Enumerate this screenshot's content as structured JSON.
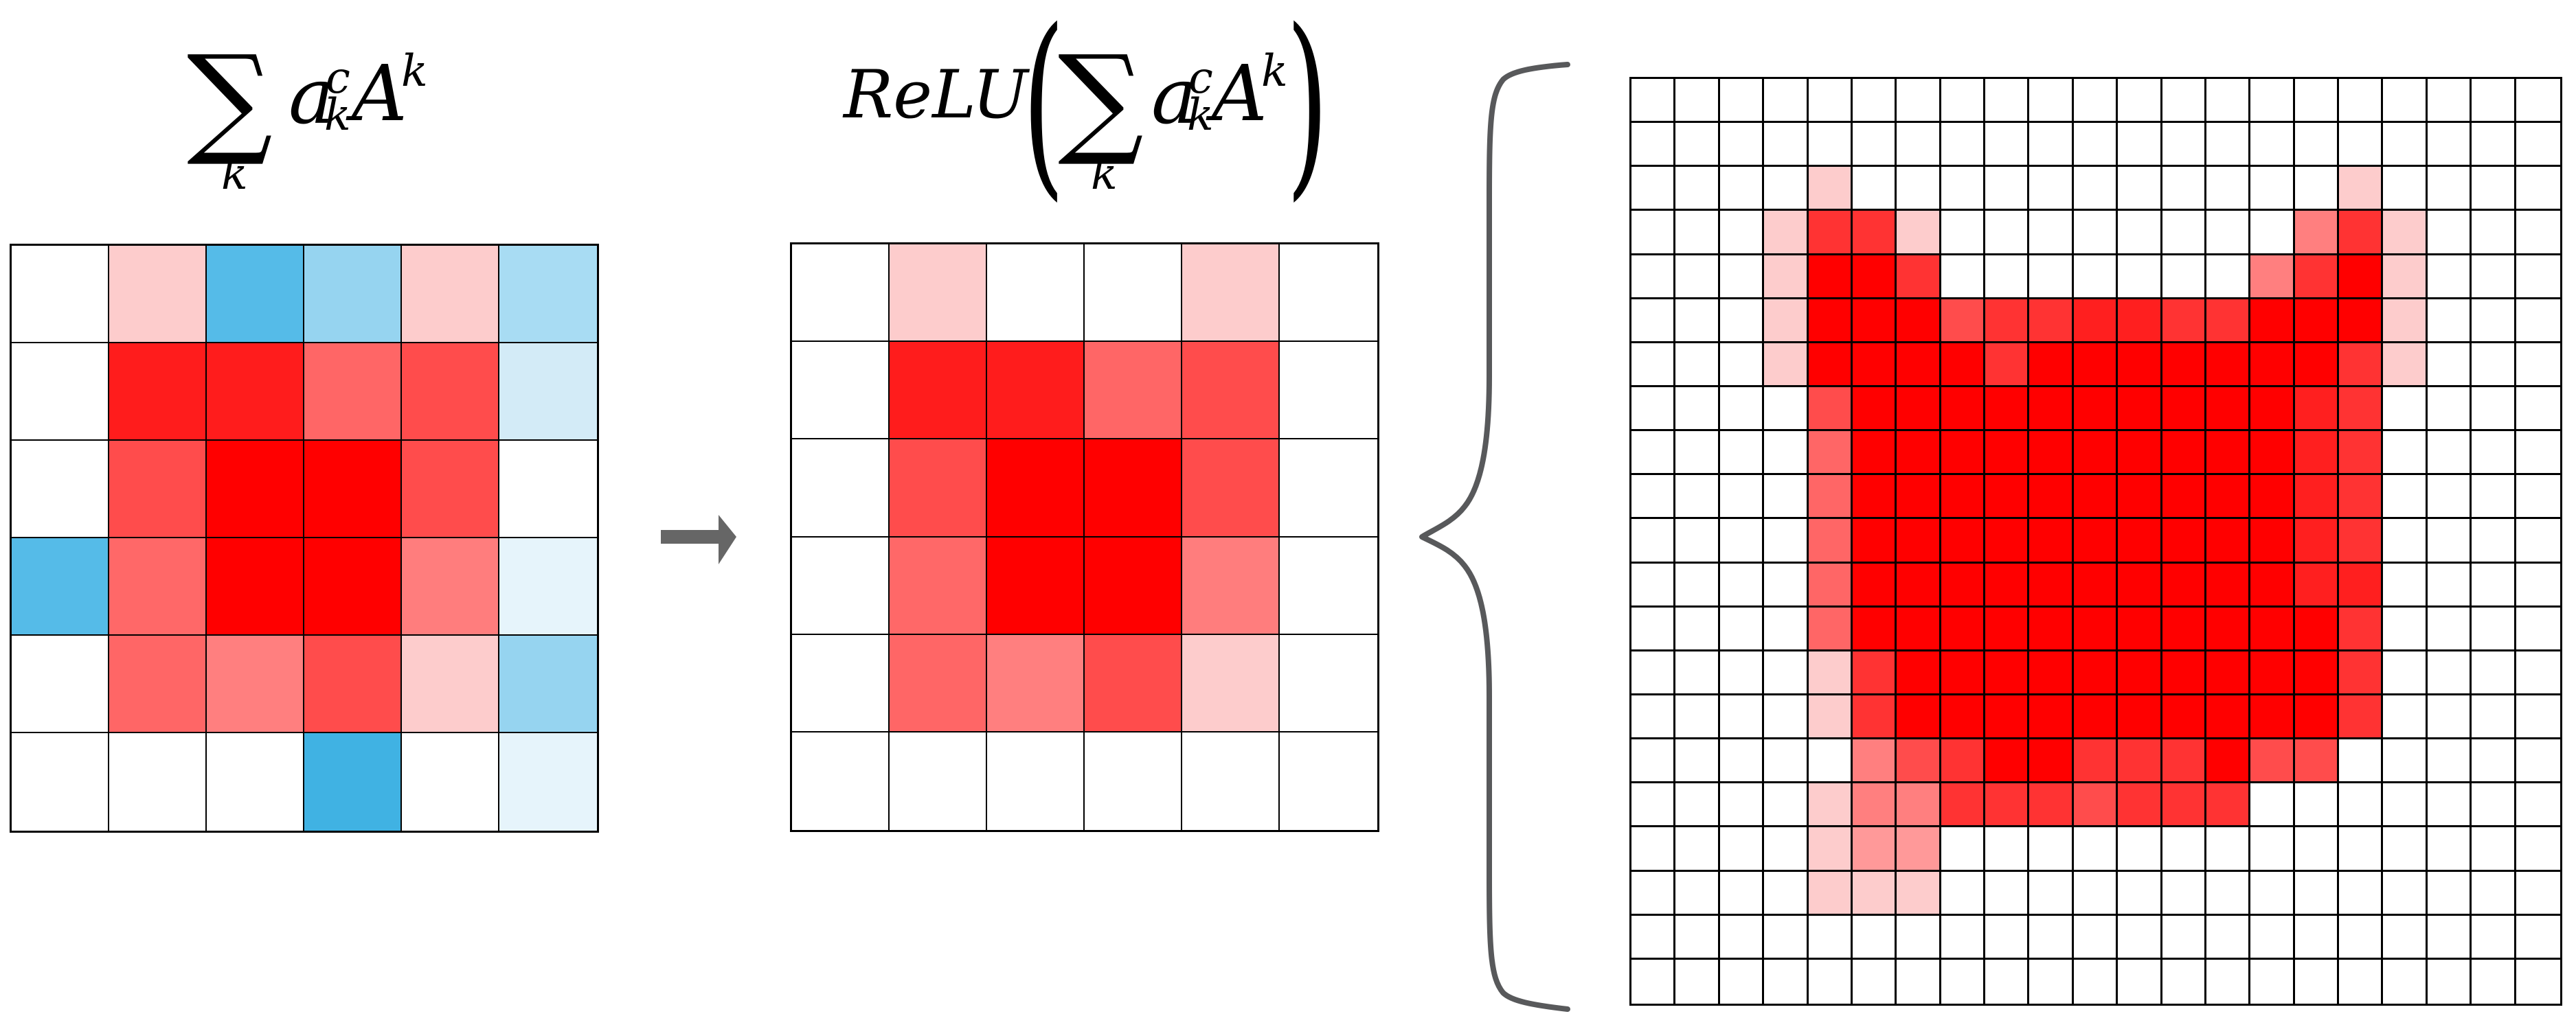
{
  "formulas": {
    "left": {
      "sum_symbol": "∑",
      "sum_index": "k",
      "term_a": "a",
      "term_a_sup": "c",
      "term_a_sub": "k",
      "term_A": "A",
      "term_A_sup": "k"
    },
    "middle": {
      "func": "ReLU",
      "open_paren": "(",
      "close_paren": ")",
      "sum_symbol": "∑",
      "sum_index": "k",
      "term_a": "a",
      "term_a_sup": "c",
      "term_a_sub": "k",
      "term_A": "A",
      "term_A_sup": "k"
    }
  },
  "arrow": {
    "icon": "right-arrow-icon",
    "color": "#666666"
  },
  "brace": {
    "icon": "left-curly-brace-icon",
    "color": "#58595b"
  },
  "palette": {
    "W": "#ffffff",
    "P": "#fdcccc",
    "L1": "#ff9999",
    "L2": "#ff7f7f",
    "L3": "#ff6666",
    "L4": "#ff4c4c",
    "L5": "#ff3333",
    "L6": "#ff1f1f",
    "R": "#ff0000",
    "B1": "#55bbe8",
    "B0": "#40b2e3",
    "B2": "#96d4f0",
    "B3": "#a8dcf3",
    "B4": "#d3ebf7",
    "B5": "#e6f4fb",
    "R1": "#ff1c1c",
    "R2": "#ff6868",
    "R3": "#ff7d7d"
  },
  "chart_data": [
    {
      "type": "heatmap",
      "title": "∑_k a_k^c A^k",
      "rows": 6,
      "cols": 6,
      "cells": [
        [
          "W",
          "P",
          "B1",
          "B2",
          "P",
          "B3"
        ],
        [
          "W",
          "R1",
          "R1",
          "L3",
          "L4",
          "B4"
        ],
        [
          "W",
          "L4",
          "R",
          "R",
          "L4",
          "W"
        ],
        [
          "B1",
          "R2",
          "R",
          "R",
          "R3",
          "B5"
        ],
        [
          "W",
          "L3",
          "L2",
          "L4",
          "P",
          "B2"
        ],
        [
          "W",
          "W",
          "W",
          "B0",
          "W",
          "B5"
        ]
      ]
    },
    {
      "type": "heatmap",
      "title": "ReLU(∑_k a_k^c A^k)",
      "rows": 6,
      "cols": 6,
      "cells": [
        [
          "W",
          "P",
          "W",
          "W",
          "P",
          "W"
        ],
        [
          "W",
          "R1",
          "R1",
          "L3",
          "L4",
          "W"
        ],
        [
          "W",
          "L4",
          "R",
          "R",
          "L4",
          "W"
        ],
        [
          "W",
          "R2",
          "R",
          "R",
          "R3",
          "W"
        ],
        [
          "W",
          "L3",
          "L2",
          "L4",
          "P",
          "W"
        ],
        [
          "W",
          "W",
          "W",
          "W",
          "W",
          "W"
        ]
      ]
    },
    {
      "type": "heatmap",
      "title": "Upsampled heatmap",
      "rows": 21,
      "cols": 21,
      "cells": [
        [
          "W",
          "W",
          "W",
          "W",
          "W",
          "W",
          "W",
          "W",
          "W",
          "W",
          "W",
          "W",
          "W",
          "W",
          "W",
          "W",
          "W",
          "W",
          "W",
          "W",
          "W"
        ],
        [
          "W",
          "W",
          "W",
          "W",
          "W",
          "W",
          "W",
          "W",
          "W",
          "W",
          "W",
          "W",
          "W",
          "W",
          "W",
          "W",
          "W",
          "W",
          "W",
          "W",
          "W"
        ],
        [
          "W",
          "W",
          "W",
          "W",
          "P",
          "W",
          "W",
          "W",
          "W",
          "W",
          "W",
          "W",
          "W",
          "W",
          "W",
          "W",
          "P",
          "W",
          "W",
          "W",
          "W"
        ],
        [
          "W",
          "W",
          "W",
          "P",
          "L5",
          "L5",
          "P",
          "W",
          "W",
          "W",
          "W",
          "W",
          "W",
          "W",
          "W",
          "L2",
          "L5",
          "P",
          "W",
          "W",
          "W"
        ],
        [
          "W",
          "W",
          "W",
          "P",
          "R",
          "R",
          "L5",
          "W",
          "W",
          "W",
          "W",
          "W",
          "W",
          "W",
          "L2",
          "L5",
          "R",
          "P",
          "W",
          "W",
          "W"
        ],
        [
          "W",
          "W",
          "W",
          "P",
          "R",
          "R",
          "R",
          "L4",
          "L5",
          "L5",
          "L6",
          "L6",
          "L5",
          "L5",
          "R",
          "R",
          "R",
          "P",
          "W",
          "W",
          "W"
        ],
        [
          "W",
          "W",
          "W",
          "P",
          "R",
          "R",
          "R",
          "R",
          "L5",
          "R",
          "R",
          "R",
          "R",
          "R",
          "R",
          "R",
          "L5",
          "P",
          "W",
          "W",
          "W"
        ],
        [
          "W",
          "W",
          "W",
          "W",
          "L4",
          "R",
          "R",
          "R",
          "R",
          "R",
          "R",
          "R",
          "R",
          "R",
          "R",
          "L6",
          "L5",
          "W",
          "W",
          "W",
          "W"
        ],
        [
          "W",
          "W",
          "W",
          "W",
          "L3",
          "R",
          "R",
          "R",
          "R",
          "R",
          "R",
          "R",
          "R",
          "R",
          "R",
          "L6",
          "L5",
          "W",
          "W",
          "W",
          "W"
        ],
        [
          "W",
          "W",
          "W",
          "W",
          "L3",
          "R",
          "R",
          "R",
          "R",
          "R",
          "R",
          "R",
          "R",
          "R",
          "R",
          "L6",
          "L5",
          "W",
          "W",
          "W",
          "W"
        ],
        [
          "W",
          "W",
          "W",
          "W",
          "L3",
          "R",
          "R",
          "R",
          "R",
          "R",
          "R",
          "R",
          "R",
          "R",
          "R",
          "L6",
          "L5",
          "W",
          "W",
          "W",
          "W"
        ],
        [
          "W",
          "W",
          "W",
          "W",
          "L3",
          "R",
          "R",
          "R",
          "R",
          "R",
          "R",
          "R",
          "R",
          "R",
          "R",
          "L6",
          "L6",
          "W",
          "W",
          "W",
          "W"
        ],
        [
          "W",
          "W",
          "W",
          "W",
          "L3",
          "R",
          "R",
          "R",
          "R",
          "R",
          "R",
          "R",
          "R",
          "R",
          "R",
          "R",
          "L5",
          "W",
          "W",
          "W",
          "W"
        ],
        [
          "W",
          "W",
          "W",
          "W",
          "P",
          "L5",
          "R",
          "R",
          "R",
          "R",
          "R",
          "R",
          "R",
          "R",
          "R",
          "R",
          "L5",
          "W",
          "W",
          "W",
          "W"
        ],
        [
          "W",
          "W",
          "W",
          "W",
          "P",
          "L5",
          "R",
          "R",
          "R",
          "R",
          "R",
          "R",
          "R",
          "R",
          "R",
          "R",
          "L5",
          "W",
          "W",
          "W",
          "W"
        ],
        [
          "W",
          "W",
          "W",
          "W",
          "W",
          "L2",
          "L4",
          "L5",
          "R",
          "R",
          "L5",
          "L5",
          "L5",
          "R",
          "L4",
          "L4",
          "W",
          "W",
          "W",
          "W",
          "W"
        ],
        [
          "W",
          "W",
          "W",
          "W",
          "P",
          "L2",
          "L2",
          "L5",
          "L5",
          "L5",
          "L4",
          "L5",
          "L5",
          "L5",
          "W",
          "W",
          "W",
          "W",
          "W",
          "W",
          "W"
        ],
        [
          "W",
          "W",
          "W",
          "W",
          "P",
          "L1",
          "L1",
          "W",
          "W",
          "W",
          "W",
          "W",
          "W",
          "W",
          "W",
          "W",
          "W",
          "W",
          "W",
          "W",
          "W"
        ],
        [
          "W",
          "W",
          "W",
          "W",
          "P",
          "P",
          "P",
          "W",
          "W",
          "W",
          "W",
          "W",
          "W",
          "W",
          "W",
          "W",
          "W",
          "W",
          "W",
          "W",
          "W"
        ],
        [
          "W",
          "W",
          "W",
          "W",
          "W",
          "W",
          "W",
          "W",
          "W",
          "W",
          "W",
          "W",
          "W",
          "W",
          "W",
          "W",
          "W",
          "W",
          "W",
          "W",
          "W"
        ],
        [
          "W",
          "W",
          "W",
          "W",
          "W",
          "W",
          "W",
          "W",
          "W",
          "W",
          "W",
          "W",
          "W",
          "W",
          "W",
          "W",
          "W",
          "W",
          "W",
          "W",
          "W"
        ]
      ]
    }
  ]
}
